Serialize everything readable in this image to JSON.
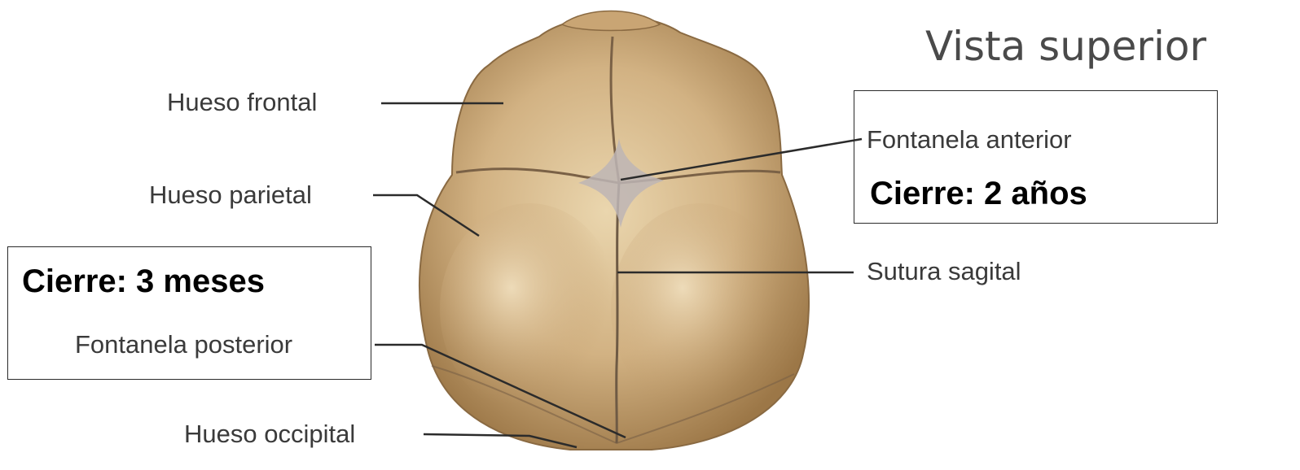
{
  "title": "Vista superior",
  "labels": {
    "frontal": "Hueso frontal",
    "parietal": "Hueso parietal",
    "posterior_fontanelle": "Fontanela posterior",
    "occipital": "Hueso occipital",
    "anterior_fontanelle": "Fontanela anterior",
    "sagittal_suture": "Sutura sagital"
  },
  "notes": {
    "anterior_closure": "Cierre: 2 años",
    "posterior_closure": "Cierre: 3 meses"
  },
  "colors": {
    "bone_light": "#e6cfa4",
    "bone_mid": "#c9a574",
    "bone_dark": "#8e6a3e",
    "suture": "#6e5a44",
    "fontanelle": "#b9b2b4",
    "leader_line": "#2b2b2b"
  }
}
